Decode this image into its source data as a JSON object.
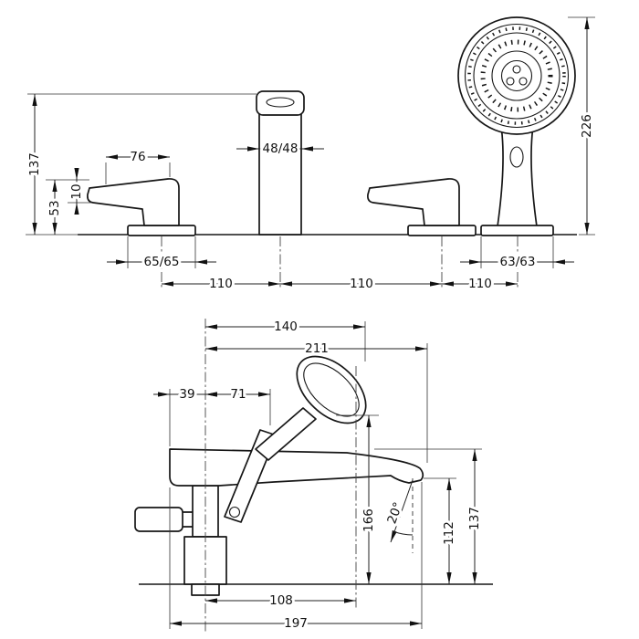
{
  "colors": {
    "ink": "#161616",
    "background": "#ffffff"
  },
  "drawing": {
    "front_view": {
      "dims": {
        "height_spout": "137",
        "handle_height": "53",
        "lever_thickness": "10",
        "handle_width": "76",
        "spout_width": "48/48",
        "total_height": "226",
        "handle_base": "65/65",
        "shower_base": "63/63",
        "hole_spacing_1": "110",
        "hole_spacing_2": "110",
        "hole_spacing_3": "110"
      }
    },
    "side_view": {
      "dims": {
        "shower_reach": "140",
        "spout_reach": "211",
        "back_offset": "39",
        "holder_offset": "71",
        "holder_height": "166",
        "spray_angle": "20°",
        "outlet_height": "112",
        "spout_height": "137",
        "shower_depth": "108",
        "total_depth": "197"
      }
    }
  }
}
